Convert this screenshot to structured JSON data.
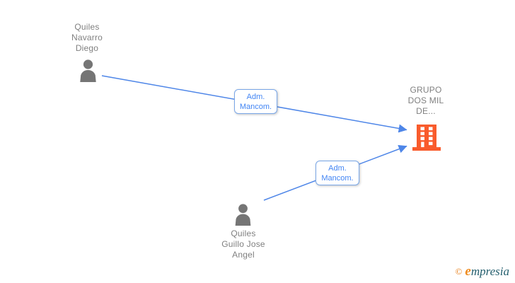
{
  "diagram": {
    "nodes": [
      {
        "id": "person1",
        "type": "person",
        "label": "Quiles\nNavarro\nDiego"
      },
      {
        "id": "person2",
        "type": "person",
        "label": "Quiles\nGuillo Jose\nAngel"
      },
      {
        "id": "company",
        "type": "company",
        "label": "GRUPO\nDOS MIL\nDE..."
      }
    ],
    "edges": [
      {
        "from": "person1",
        "to": "company",
        "label": "Adm.\nMancom."
      },
      {
        "from": "person2",
        "to": "company",
        "label": "Adm.\nMancom."
      }
    ],
    "colors": {
      "edge_blue": "#4e86e8",
      "edge_label_text": "#4285f4",
      "edge_label_border": "#7aa7e8",
      "node_text_gray": "#808080",
      "person_icon_gray": "#757575",
      "building_icon_orange": "#f95b2c",
      "brand_orange": "#e8821f",
      "brand_teal": "#235e6d"
    }
  },
  "footer": {
    "copyright_symbol": "©",
    "brand_initial": "e",
    "brand_rest": "mpresia"
  }
}
